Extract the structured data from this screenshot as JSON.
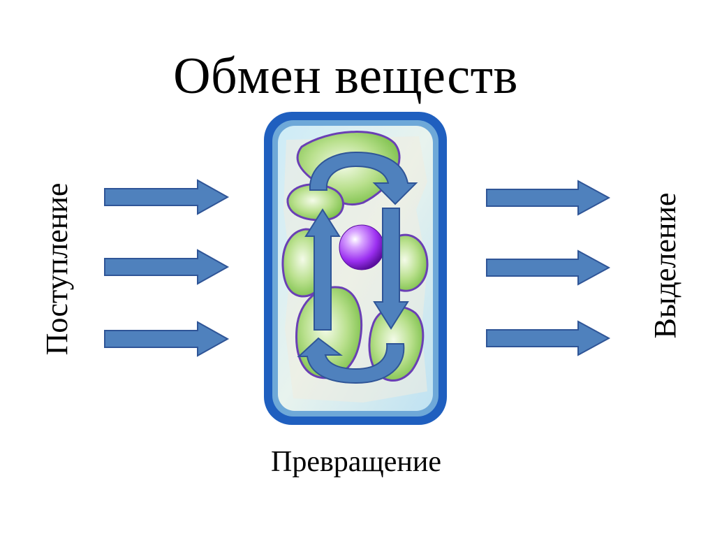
{
  "title": "Обмен веществ",
  "labels": {
    "intake": "Поступление",
    "transformation": "Превращение",
    "excretion": "Выделение"
  },
  "colors": {
    "arrow_fill": "#4f81bd",
    "arrow_stroke": "#2f5597",
    "cell_wall": "#1f5fbf",
    "cytoplasm": "#bfe3f3",
    "chloroplast": "#9ed36b",
    "nucleus": "#9b2ff0"
  }
}
